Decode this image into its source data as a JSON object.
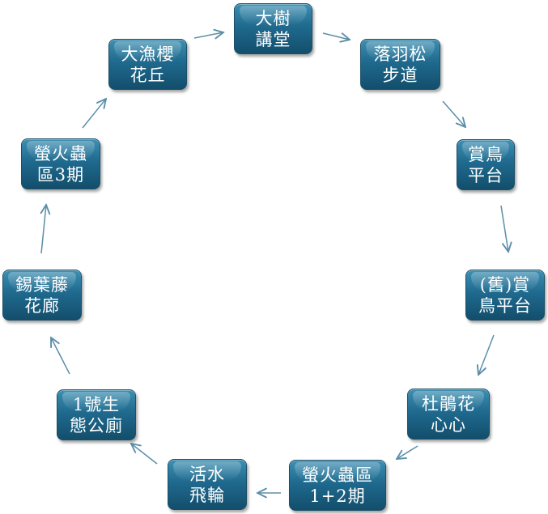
{
  "diagram": {
    "type": "cycle",
    "accent_color": "#1f6a8e",
    "arrow_color": "#5b8fa8",
    "nodes": [
      {
        "id": "n1",
        "label": "大樹\n講堂"
      },
      {
        "id": "n2",
        "label": "落羽松\n步道"
      },
      {
        "id": "n3",
        "label": "賞鳥\n平台"
      },
      {
        "id": "n4",
        "label": "(舊)賞\n鳥平台"
      },
      {
        "id": "n5",
        "label": "杜鵑花\n心心"
      },
      {
        "id": "n6",
        "label": "螢火蟲區\n1+2期"
      },
      {
        "id": "n7",
        "label": "活水\n飛輪"
      },
      {
        "id": "n8",
        "label": "1號生\n態公廁"
      },
      {
        "id": "n9",
        "label": "錫葉藤\n花廊"
      },
      {
        "id": "n10",
        "label": "螢火蟲\n區3期"
      },
      {
        "id": "n11",
        "label": "大漁櫻\n花丘"
      }
    ]
  }
}
